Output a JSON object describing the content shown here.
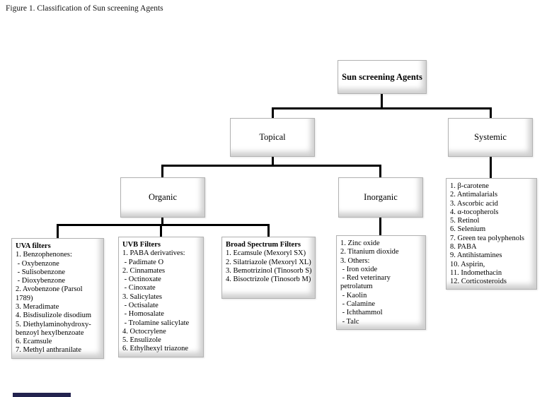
{
  "figure": {
    "caption": "Figure 1. Classification of Sun screening Agents"
  },
  "tree": {
    "root": {
      "label": "Sun screening Agents"
    },
    "topical": {
      "label": "Topical"
    },
    "systemic": {
      "label": "Systemic"
    },
    "organic": {
      "label": "Organic"
    },
    "inorganic": {
      "label": "Inorganic"
    },
    "uva_filters": {
      "title": "UVA filters",
      "items": [
        "1. Benzophenones:",
        " - Oxybenzone",
        " - Sulisobenzone",
        " - Dioxybenzone",
        "2. Avobenzone (Parsol 1789)",
        "3. Meradimate",
        "4. Bisdisulizole disodium",
        "5. Diethylaminohydroxy-benzoyl hexylbenzoate",
        "6. Ecamsule",
        "7. Methyl anthranilate"
      ]
    },
    "uvb_filters": {
      "title": "UVB Filters",
      "items": [
        "1. PABA derivatives:",
        " - Padimate O",
        "2. Cinnamates",
        " - Octinoxate",
        " - Cinoxate",
        "3. Salicylates",
        " - Octisalate",
        " - Homosalate",
        " - Trolamine salicylate",
        "4. Octocrylene",
        "5. Ensulizole",
        "6. Ethylhexyl triazone"
      ]
    },
    "broad_spectrum_filters": {
      "title": "Broad Spectrum Filters",
      "items": [
        "1. Ecamsule (Mexoryl SX)",
        "2. Silatriazole (Mexoryl XL)",
        "3. Bemotrizinol (Tinosorb S)",
        "4. Bisoctrizole (Tinosorb M)"
      ]
    },
    "inorganic_agents": {
      "items": [
        "1. Zinc oxide",
        "2. Titanium dioxide",
        "3. Others:",
        " - Iron oxide",
        " - Red veterinary petrolatum",
        " - Kaolin",
        " - Calamine",
        " - Ichthammol",
        " - Talc"
      ]
    },
    "systemic_agents": {
      "items": [
        "1. β-carotene",
        "2. Antimalarials",
        "3. Ascorbic acid",
        "4. α-tocopherols",
        "5. Retinol",
        "6. Selenium",
        "7. Green tea polyphenols",
        "8. PABA",
        "9. Antihistamines",
        "10. Aspirin,",
        "11. Indomethacin",
        "12. Corticosteroids"
      ]
    }
  },
  "colors": {
    "connector": "#000000",
    "box_border": "#b2b2b2",
    "box_fill": "#ffffff",
    "crop_bar": "#23234f"
  }
}
